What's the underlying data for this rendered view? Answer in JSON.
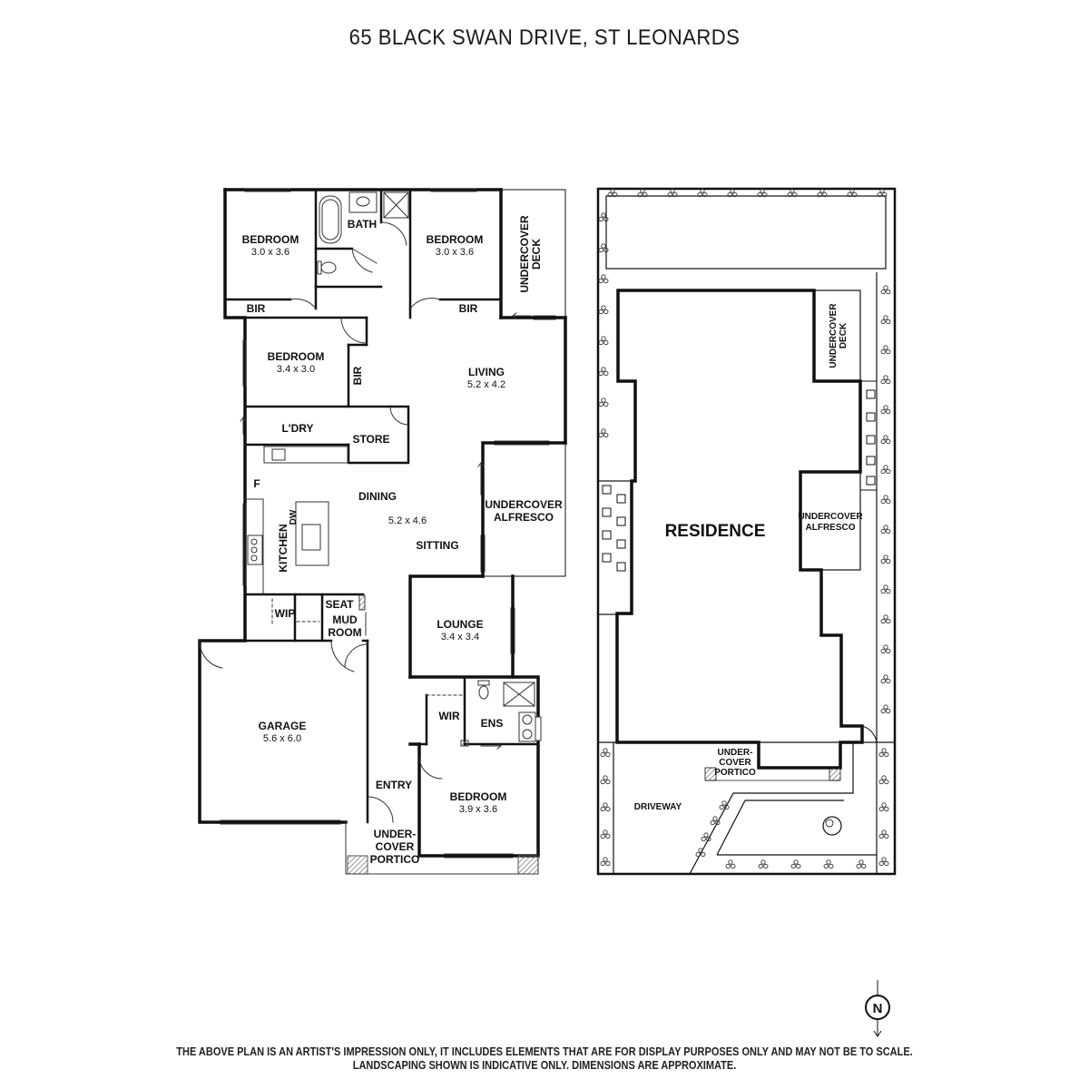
{
  "title": "65 BLACK SWAN DRIVE, ST LEONARDS",
  "disclaimer": {
    "line1": "THE ABOVE PLAN IS AN ARTIST'S IMPRESSION ONLY, IT INCLUDES ELEMENTS THAT ARE FOR DISPLAY PURPOSES ONLY AND MAY NOT BE TO SCALE.",
    "line2": "LANDSCAPING SHOWN IS INDICATIVE ONLY. DIMENSIONS ARE APPROXIMATE."
  },
  "floor_plan": {
    "rooms": {
      "bedroom_nw": {
        "label": "BEDROOM",
        "dims": "3.0 x 3.6"
      },
      "bath": {
        "label": "BATH"
      },
      "bedroom_ne": {
        "label": "BEDROOM",
        "dims": "3.0 x 3.6"
      },
      "deck": {
        "label_1": "UNDERCOVER",
        "label_2": "DECK"
      },
      "bir_1": {
        "label": "BIR"
      },
      "bir_2": {
        "label": "BIR"
      },
      "bedroom_mid": {
        "label": "BEDROOM",
        "dims": "3.4 x 3.0"
      },
      "bir_3": {
        "label": "BIR"
      },
      "living": {
        "label": "LIVING",
        "dims": "5.2 x 4.2"
      },
      "laundry": {
        "label": "L'DRY"
      },
      "store": {
        "label": "STORE"
      },
      "fridge": {
        "label": "F"
      },
      "dining": {
        "label": "DINING",
        "dims": "5.2 x 4.6"
      },
      "sitting": {
        "label": "SITTING"
      },
      "kitchen": {
        "label": "KITCHEN",
        "dw": "DW"
      },
      "alfresco": {
        "label_1": "UNDERCOVER",
        "label_2": "ALFRESCO"
      },
      "wip": {
        "label": "WIP"
      },
      "seat": {
        "label": "SEAT"
      },
      "mud": {
        "label_1": "MUD",
        "label_2": "ROOM"
      },
      "lounge": {
        "label": "LOUNGE",
        "dims": "3.4 x 3.4"
      },
      "garage": {
        "label": "GARAGE",
        "dims": "5.6 x 6.0"
      },
      "wir": {
        "label": "WIR"
      },
      "ens": {
        "label": "ENS"
      },
      "entry": {
        "label": "ENTRY"
      },
      "bedroom_main": {
        "label": "BEDROOM",
        "dims": "3.9 x 3.6"
      },
      "portico": {
        "label_1": "UNDER-",
        "label_2": "COVER",
        "label_3": "PORTICO"
      }
    }
  },
  "site_plan": {
    "residence": "RESIDENCE",
    "deck": {
      "label_1": "UNDERCOVER",
      "label_2": "DECK"
    },
    "alfresco": {
      "label_1": "UNDERCOVER",
      "label_2": "ALFRESCO"
    },
    "portico": {
      "label_1": "UNDER-",
      "label_2": "COVER",
      "label_3": "PORTICO"
    },
    "driveway": "DRIVEWAY"
  },
  "compass": {
    "label": "N"
  },
  "colors": {
    "wall": "#111111",
    "line": "#333333",
    "hatch": "#888888",
    "paper": "#ffffff"
  },
  "icons": [
    "north-arrow-icon",
    "plant-icon",
    "tree-icon",
    "door-swing-icon",
    "bath-tub-icon",
    "toilet-icon",
    "shower-icon",
    "sink-icon",
    "cooktop-icon"
  ]
}
